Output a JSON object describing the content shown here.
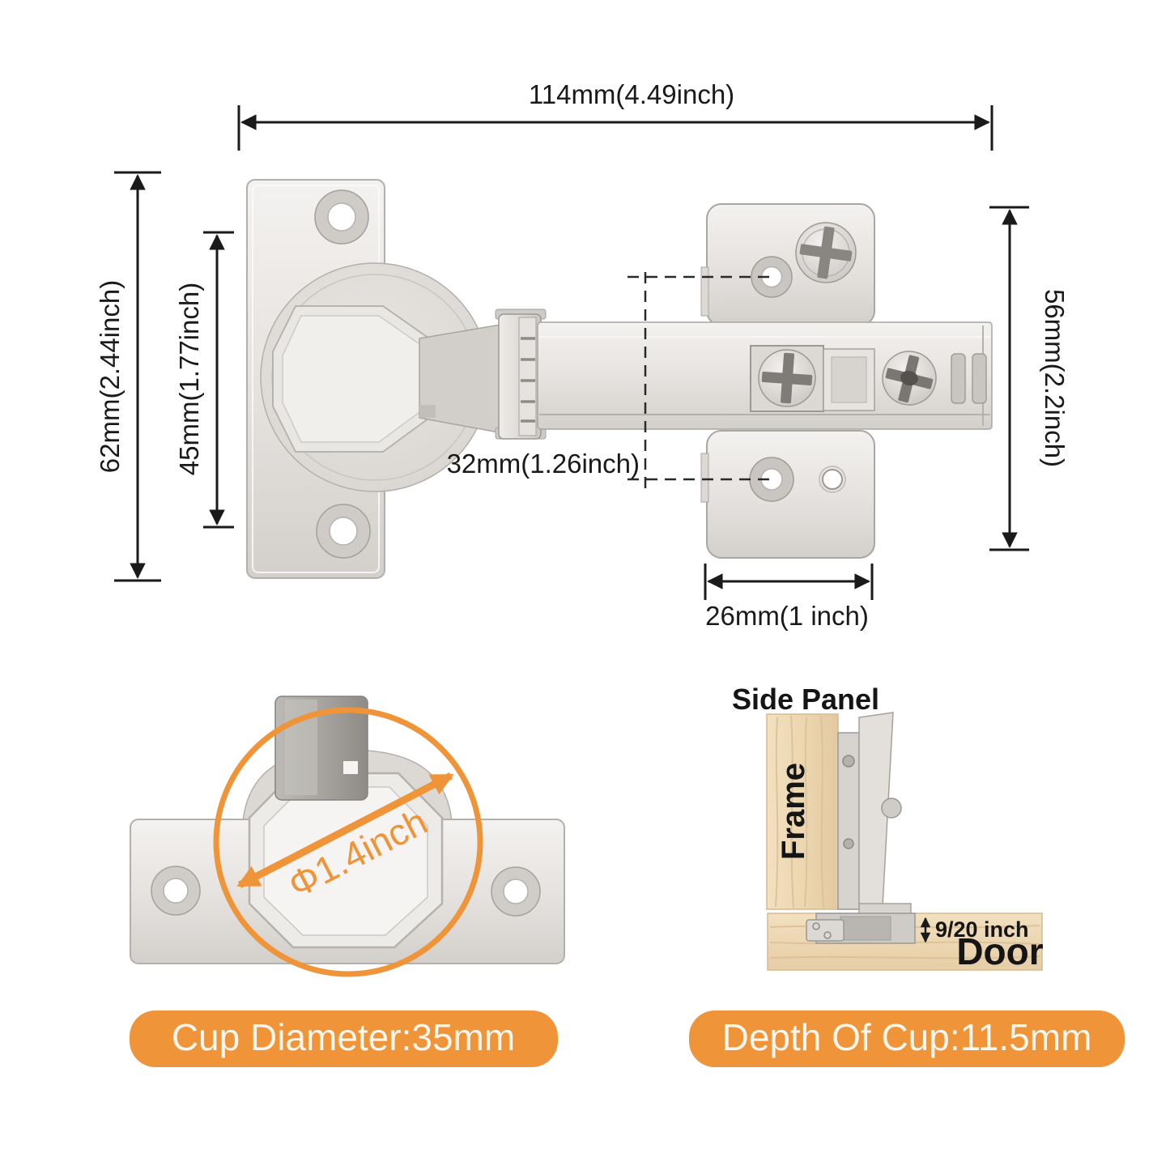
{
  "colors": {
    "accent": "#ef9439",
    "dimension_line": "#1a1a1a",
    "metal_light": "#f2f0ee",
    "metal_dark": "#cfccc8",
    "wood": "#eed9b4"
  },
  "top_view": {
    "width_label": "114mm(4.49inch)",
    "plate_height_label": "62mm(2.44inch)",
    "plate_hole_spacing_label": "45mm(1.77inch)",
    "mount_hole_spacing_label": "32mm(1.26inch)",
    "mount_height_label": "56mm(2.2inch)",
    "mount_width_label": "26mm(1 inch)"
  },
  "cup_view": {
    "diameter_annotation": "Φ1.4inch",
    "badge": "Cup Diameter:35mm"
  },
  "section_view": {
    "title": "Side Panel",
    "frame_label": "Frame",
    "door_label": "Door",
    "cup_depth_annotation": "9/20 inch",
    "badge": "Depth Of Cup:11.5mm"
  }
}
